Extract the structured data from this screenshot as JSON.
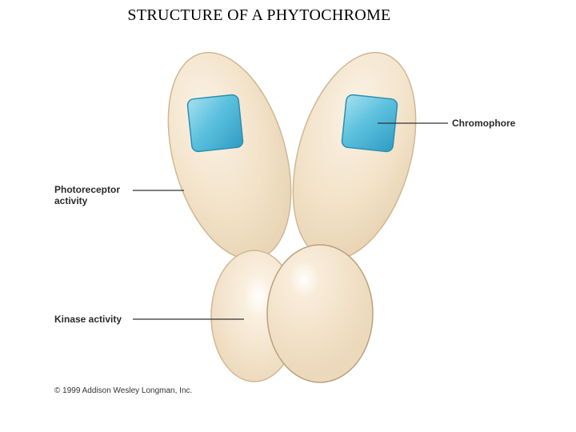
{
  "title": "STRUCTURE OF A PHYTOCHROME",
  "labels": {
    "chromophore": "Chromophore",
    "photoreceptor_line1": "Photoreceptor",
    "photoreceptor_line2": "activity",
    "kinase": "Kinase activity"
  },
  "copyright": "© 1999 Addison Wesley Longman, Inc.",
  "colors": {
    "protein_fill": "#f2e2c8",
    "protein_outline": "#d0b894",
    "chromophore_fill": "#5cc1de",
    "chromophore_outline": "#2b8fb0",
    "leader_line": "#333333"
  }
}
